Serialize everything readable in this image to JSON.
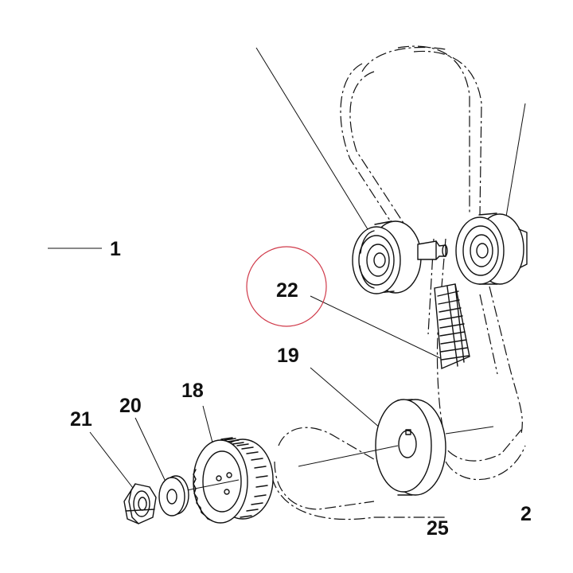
{
  "callouts": [
    {
      "id": "c1",
      "label": "1"
    },
    {
      "id": "c22",
      "label": "22"
    },
    {
      "id": "c19",
      "label": "19"
    },
    {
      "id": "c18",
      "label": "18"
    },
    {
      "id": "c20",
      "label": "20"
    },
    {
      "id": "c21",
      "label": "21"
    },
    {
      "id": "c25",
      "label": "25"
    },
    {
      "id": "c2x",
      "label": "2"
    }
  ],
  "colors": {
    "line": "#111111",
    "highlight_circle": "#d03a4a",
    "background": "#ffffff"
  }
}
